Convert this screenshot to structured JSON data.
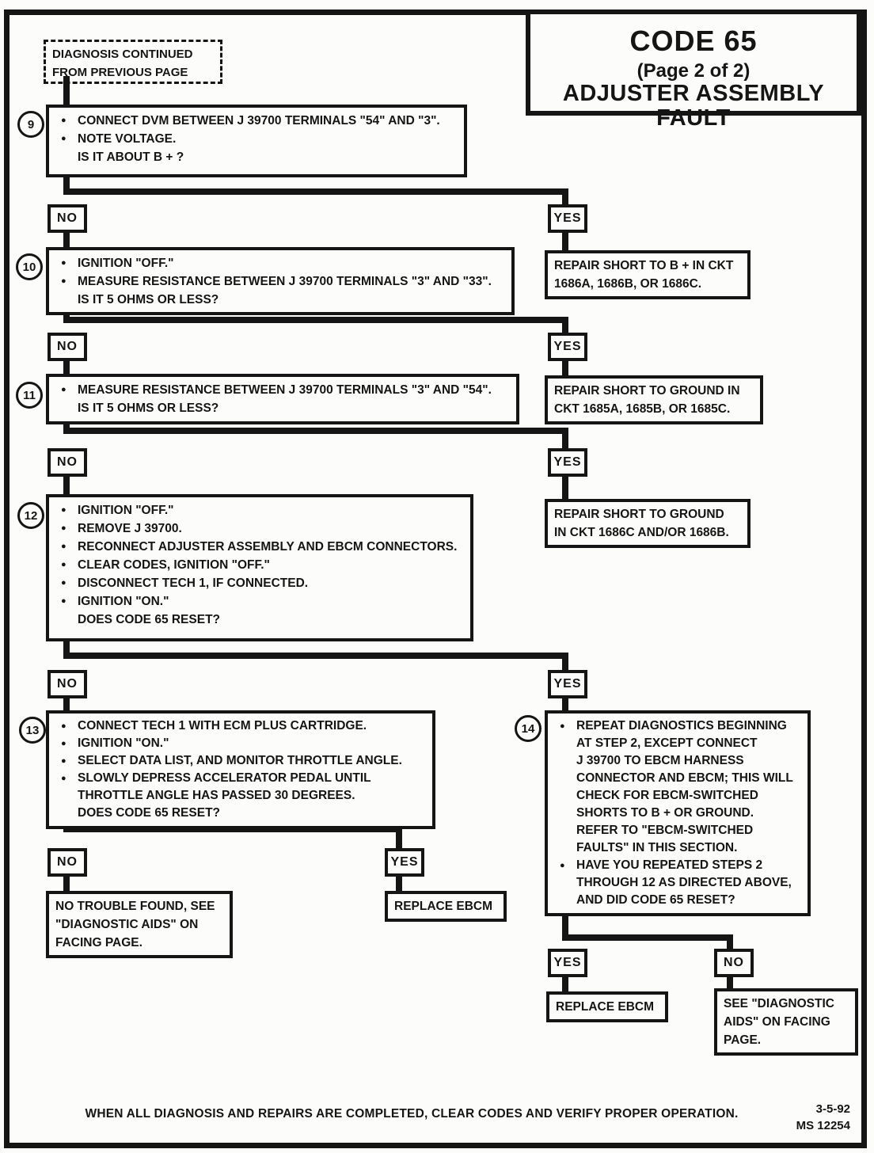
{
  "header": {
    "code": "CODE 65",
    "page": "(Page 2 of 2)",
    "subtitle": "ADJUSTER ASSEMBLY FAULT"
  },
  "start": {
    "lines": [
      "DIAGNOSIS CONTINUED",
      "FROM PREVIOUS PAGE"
    ]
  },
  "labels": {
    "no": "NO",
    "yes": "YES"
  },
  "steps": {
    "s9": {
      "num": "9",
      "lines": [
        {
          "b": 1,
          "t": "CONNECT DVM BETWEEN J 39700 TERMINALS \"54\" AND \"3\"."
        },
        {
          "b": 1,
          "t": "NOTE VOLTAGE."
        },
        {
          "b": 0,
          "t": "IS IT ABOUT B + ?"
        }
      ]
    },
    "s10": {
      "num": "10",
      "lines": [
        {
          "b": 1,
          "t": "IGNITION \"OFF.\""
        },
        {
          "b": 1,
          "t": "MEASURE RESISTANCE BETWEEN J 39700 TERMINALS \"3\" AND \"33\"."
        },
        {
          "b": 0,
          "t": "IS IT 5 OHMS OR LESS?"
        }
      ]
    },
    "s11": {
      "num": "11",
      "lines": [
        {
          "b": 1,
          "t": "MEASURE RESISTANCE BETWEEN J 39700 TERMINALS \"3\" AND \"54\"."
        },
        {
          "b": 0,
          "t": "IS IT 5 OHMS OR LESS?"
        }
      ]
    },
    "s12": {
      "num": "12",
      "lines": [
        {
          "b": 1,
          "t": "IGNITION \"OFF.\""
        },
        {
          "b": 1,
          "t": "REMOVE J 39700."
        },
        {
          "b": 1,
          "t": "RECONNECT ADJUSTER ASSEMBLY AND EBCM CONNECTORS."
        },
        {
          "b": 1,
          "t": "CLEAR CODES, IGNITION \"OFF.\""
        },
        {
          "b": 1,
          "t": "DISCONNECT TECH 1, IF CONNECTED."
        },
        {
          "b": 1,
          "t": "IGNITION \"ON.\""
        },
        {
          "b": 0,
          "t": "DOES CODE 65 RESET?"
        }
      ]
    },
    "s13": {
      "num": "13",
      "lines": [
        {
          "b": 1,
          "t": "CONNECT TECH 1 WITH ECM PLUS CARTRIDGE."
        },
        {
          "b": 1,
          "t": "IGNITION \"ON.\""
        },
        {
          "b": 1,
          "t": "SELECT DATA LIST, AND MONITOR THROTTLE ANGLE."
        },
        {
          "b": 1,
          "t": "SLOWLY DEPRESS ACCELERATOR PEDAL UNTIL"
        },
        {
          "b": 0,
          "t": "THROTTLE ANGLE HAS PASSED 30 DEGREES."
        },
        {
          "b": 0,
          "t": "DOES CODE 65 RESET?"
        }
      ]
    },
    "s14": {
      "num": "14",
      "lines": [
        {
          "b": 1,
          "t": "REPEAT DIAGNOSTICS BEGINNING"
        },
        {
          "b": 0,
          "t": "AT STEP 2, EXCEPT CONNECT"
        },
        {
          "b": 0,
          "t": "J 39700 TO EBCM HARNESS"
        },
        {
          "b": 0,
          "t": "CONNECTOR AND EBCM; THIS WILL"
        },
        {
          "b": 0,
          "t": "CHECK FOR EBCM-SWITCHED"
        },
        {
          "b": 0,
          "t": "SHORTS TO B +  OR GROUND."
        },
        {
          "b": 0,
          "t": "REFER TO \"EBCM-SWITCHED"
        },
        {
          "b": 0,
          "t": "FAULTS\" IN THIS SECTION."
        },
        {
          "b": 1,
          "t": "HAVE YOU REPEATED STEPS 2"
        },
        {
          "b": 0,
          "t": "THROUGH 12 AS DIRECTED ABOVE,"
        },
        {
          "b": 0,
          "t": "AND DID CODE 65 RESET?"
        }
      ]
    }
  },
  "actions": {
    "repair_b_plus": {
      "lines": [
        "REPAIR SHORT TO B + IN CKT",
        "1686A,  1686B, OR 1686C."
      ]
    },
    "repair_ground_1685": {
      "lines": [
        "REPAIR SHORT TO GROUND IN",
        "CKT 1685A, 1685B, OR 1685C."
      ]
    },
    "repair_ground_1686": {
      "lines": [
        "REPAIR SHORT TO GROUND",
        "IN CKT 1686C AND/OR 1686B."
      ]
    },
    "no_trouble": {
      "lines": [
        "NO TROUBLE FOUND, SEE",
        "\"DIAGNOSTIC AIDS\" ON",
        "FACING PAGE."
      ]
    },
    "replace_ebcm_13": {
      "lines": [
        "REPLACE EBCM"
      ]
    },
    "replace_ebcm_14": {
      "lines": [
        "REPLACE EBCM"
      ]
    },
    "see_aids": {
      "lines": [
        "SEE \"DIAGNOSTIC",
        "AIDS\" ON FACING",
        "PAGE."
      ]
    }
  },
  "footer": {
    "note": "WHEN ALL DIAGNOSIS AND REPAIRS ARE COMPLETED, CLEAR CODES AND VERIFY PROPER OPERATION.",
    "date": "3-5-92",
    "doc": "MS 12254"
  },
  "colors": {
    "ink": "#151515",
    "paper": "#fcfcfa"
  }
}
